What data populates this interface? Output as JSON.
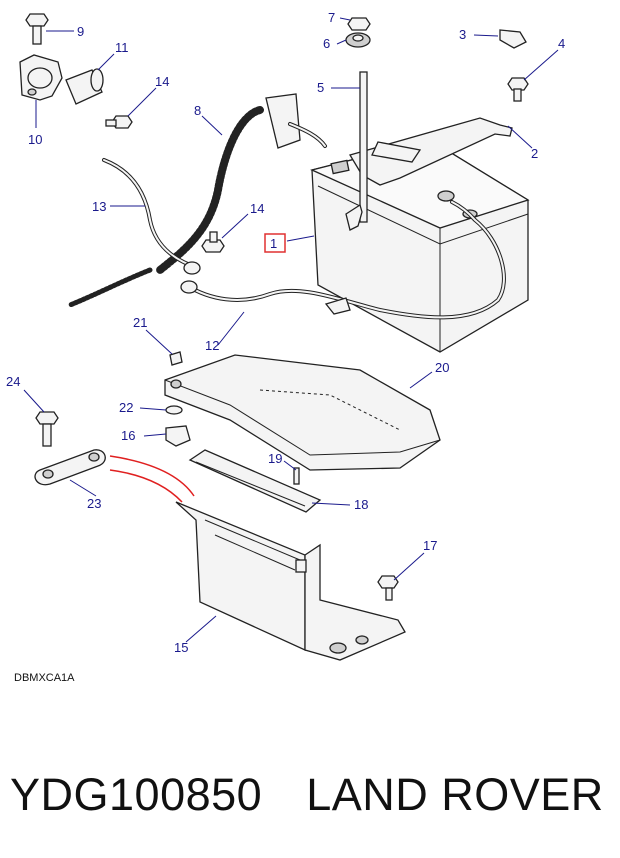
{
  "diagram": {
    "code": "DBMXCA1A",
    "callouts": [
      "1",
      "2",
      "3",
      "4",
      "5",
      "6",
      "7",
      "8",
      "9",
      "10",
      "11",
      "12",
      "13",
      "14",
      "14",
      "15",
      "16",
      "17",
      "18",
      "19",
      "20",
      "21",
      "22",
      "23",
      "24"
    ],
    "highlighted_callout": "1",
    "highlight_color": "#e03030",
    "callout_color": "#1a1a8c",
    "arrow_color": "#e02020"
  },
  "footer": {
    "part_number": "YDG100850",
    "brand": "LAND ROVER"
  }
}
